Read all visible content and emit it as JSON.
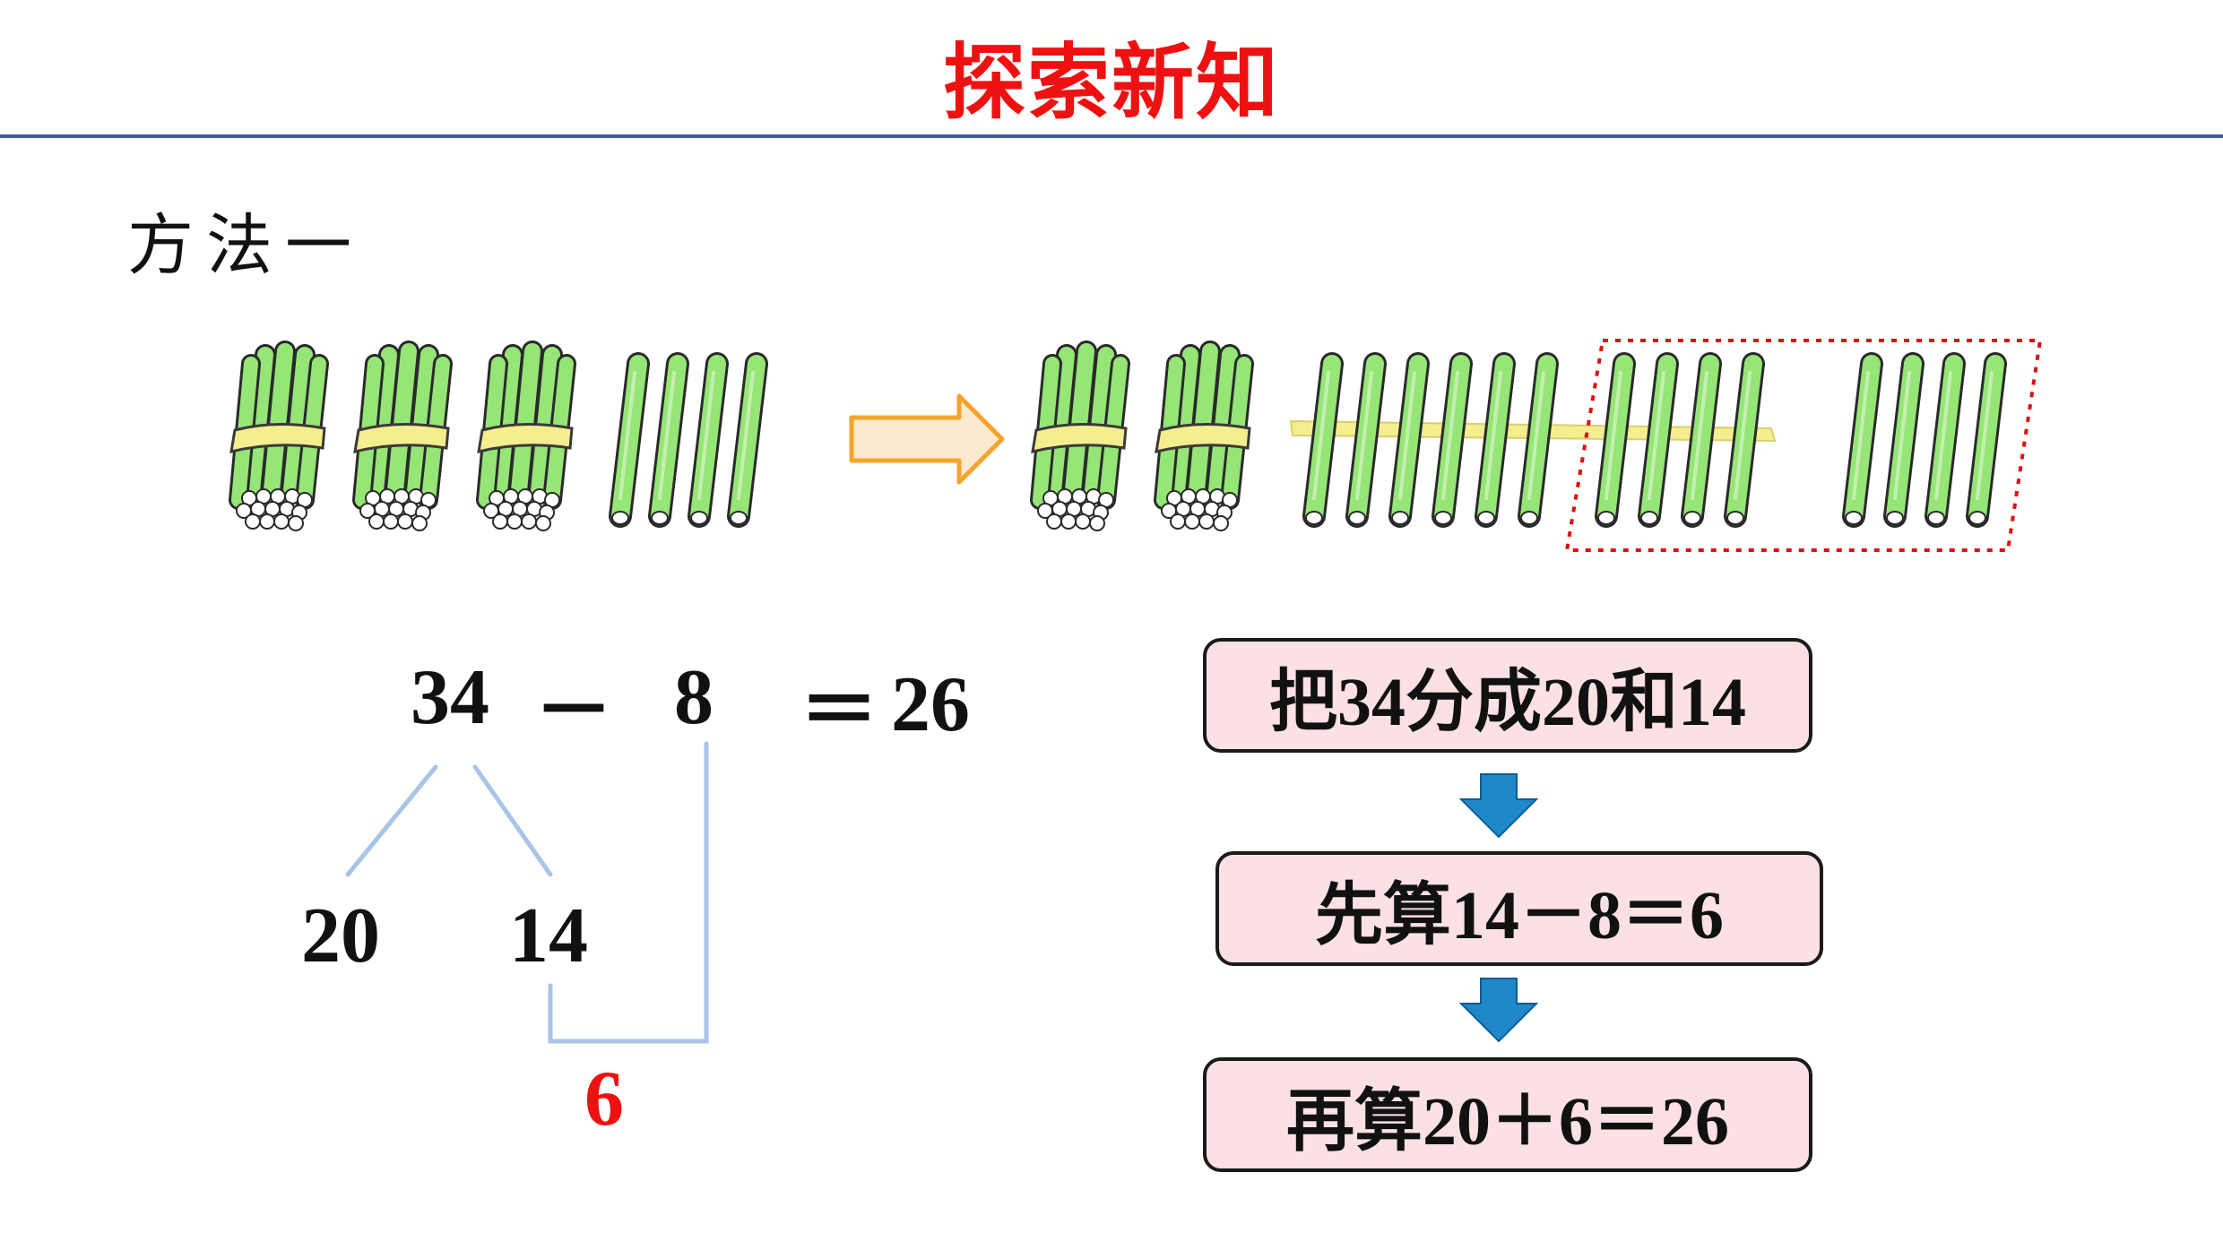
{
  "header": {
    "title": "探索新知"
  },
  "section": {
    "label": "方法一"
  },
  "equation": {
    "a": "34",
    "op": "－",
    "b": "8",
    "eq": "＝",
    "result": "26"
  },
  "decompose": {
    "left": "20",
    "right": "14",
    "partial": "6"
  },
  "steps": [
    {
      "label": "把34分成20和14"
    },
    {
      "label": "先算14－8＝6"
    },
    {
      "label": "再算20＋6＝26"
    }
  ],
  "colors": {
    "title": "#ee1111",
    "rule": "#3d5f8f",
    "stick": "#96e577",
    "band": "#f5ee8f",
    "arrow_fill": "#fde9cf",
    "arrow_stroke": "#f5a32a",
    "step_bg": "#fbe1e4",
    "flow_arrow": "#1e88c8",
    "tree_line": "#a8c4e8",
    "dotted_box": "#dd1111"
  }
}
